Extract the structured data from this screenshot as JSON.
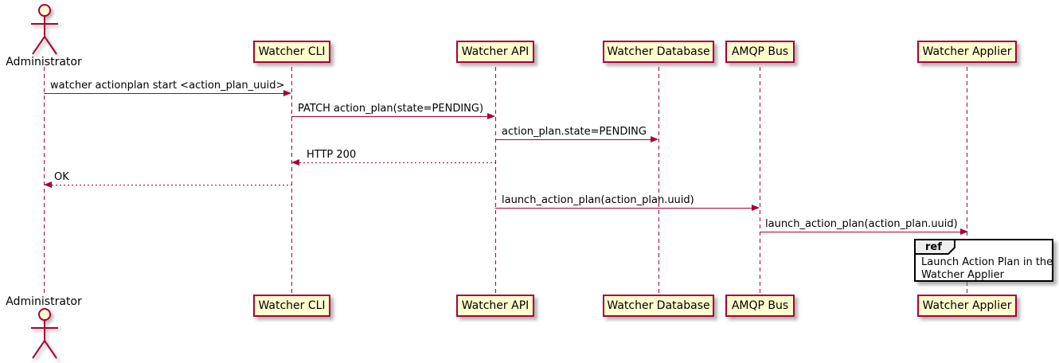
{
  "diagram_type": "UML sequence diagram",
  "actor": {
    "name": "Administrator"
  },
  "participants": [
    {
      "name": "Watcher CLI"
    },
    {
      "name": "Watcher API"
    },
    {
      "name": "Watcher Database"
    },
    {
      "name": "AMQP Bus"
    },
    {
      "name": "Watcher Applier"
    }
  ],
  "messages": [
    {
      "from": "Administrator",
      "to": "Watcher CLI",
      "label": "watcher actionplan start <action_plan_uuid>",
      "line": "solid"
    },
    {
      "from": "Watcher CLI",
      "to": "Watcher API",
      "label": "PATCH action_plan(state=PENDING)",
      "line": "solid"
    },
    {
      "from": "Watcher API",
      "to": "Watcher Database",
      "label": "action_plan.state=PENDING",
      "line": "solid"
    },
    {
      "from": "Watcher API",
      "to": "Watcher CLI",
      "label": "HTTP 200",
      "line": "dotted"
    },
    {
      "from": "Watcher CLI",
      "to": "Administrator",
      "label": "OK",
      "line": "dotted"
    },
    {
      "from": "Watcher API",
      "to": "AMQP Bus",
      "label": "launch_action_plan(action_plan.uuid)",
      "line": "solid"
    },
    {
      "from": "AMQP Bus",
      "to": "Watcher Applier",
      "label": "launch_action_plan(action_plan.uuid)",
      "line": "solid"
    }
  ],
  "ref_fragment": {
    "keyword": "ref",
    "lines": [
      "Launch Action Plan in the",
      "Watcher Applier"
    ]
  },
  "colors": {
    "participant_fill": "#FEFECE",
    "participant_border": "#A80036",
    "line": "#A80036",
    "text": "#000000",
    "ref_header_fill": "#EEEEEE",
    "ref_border": "#000000"
  }
}
